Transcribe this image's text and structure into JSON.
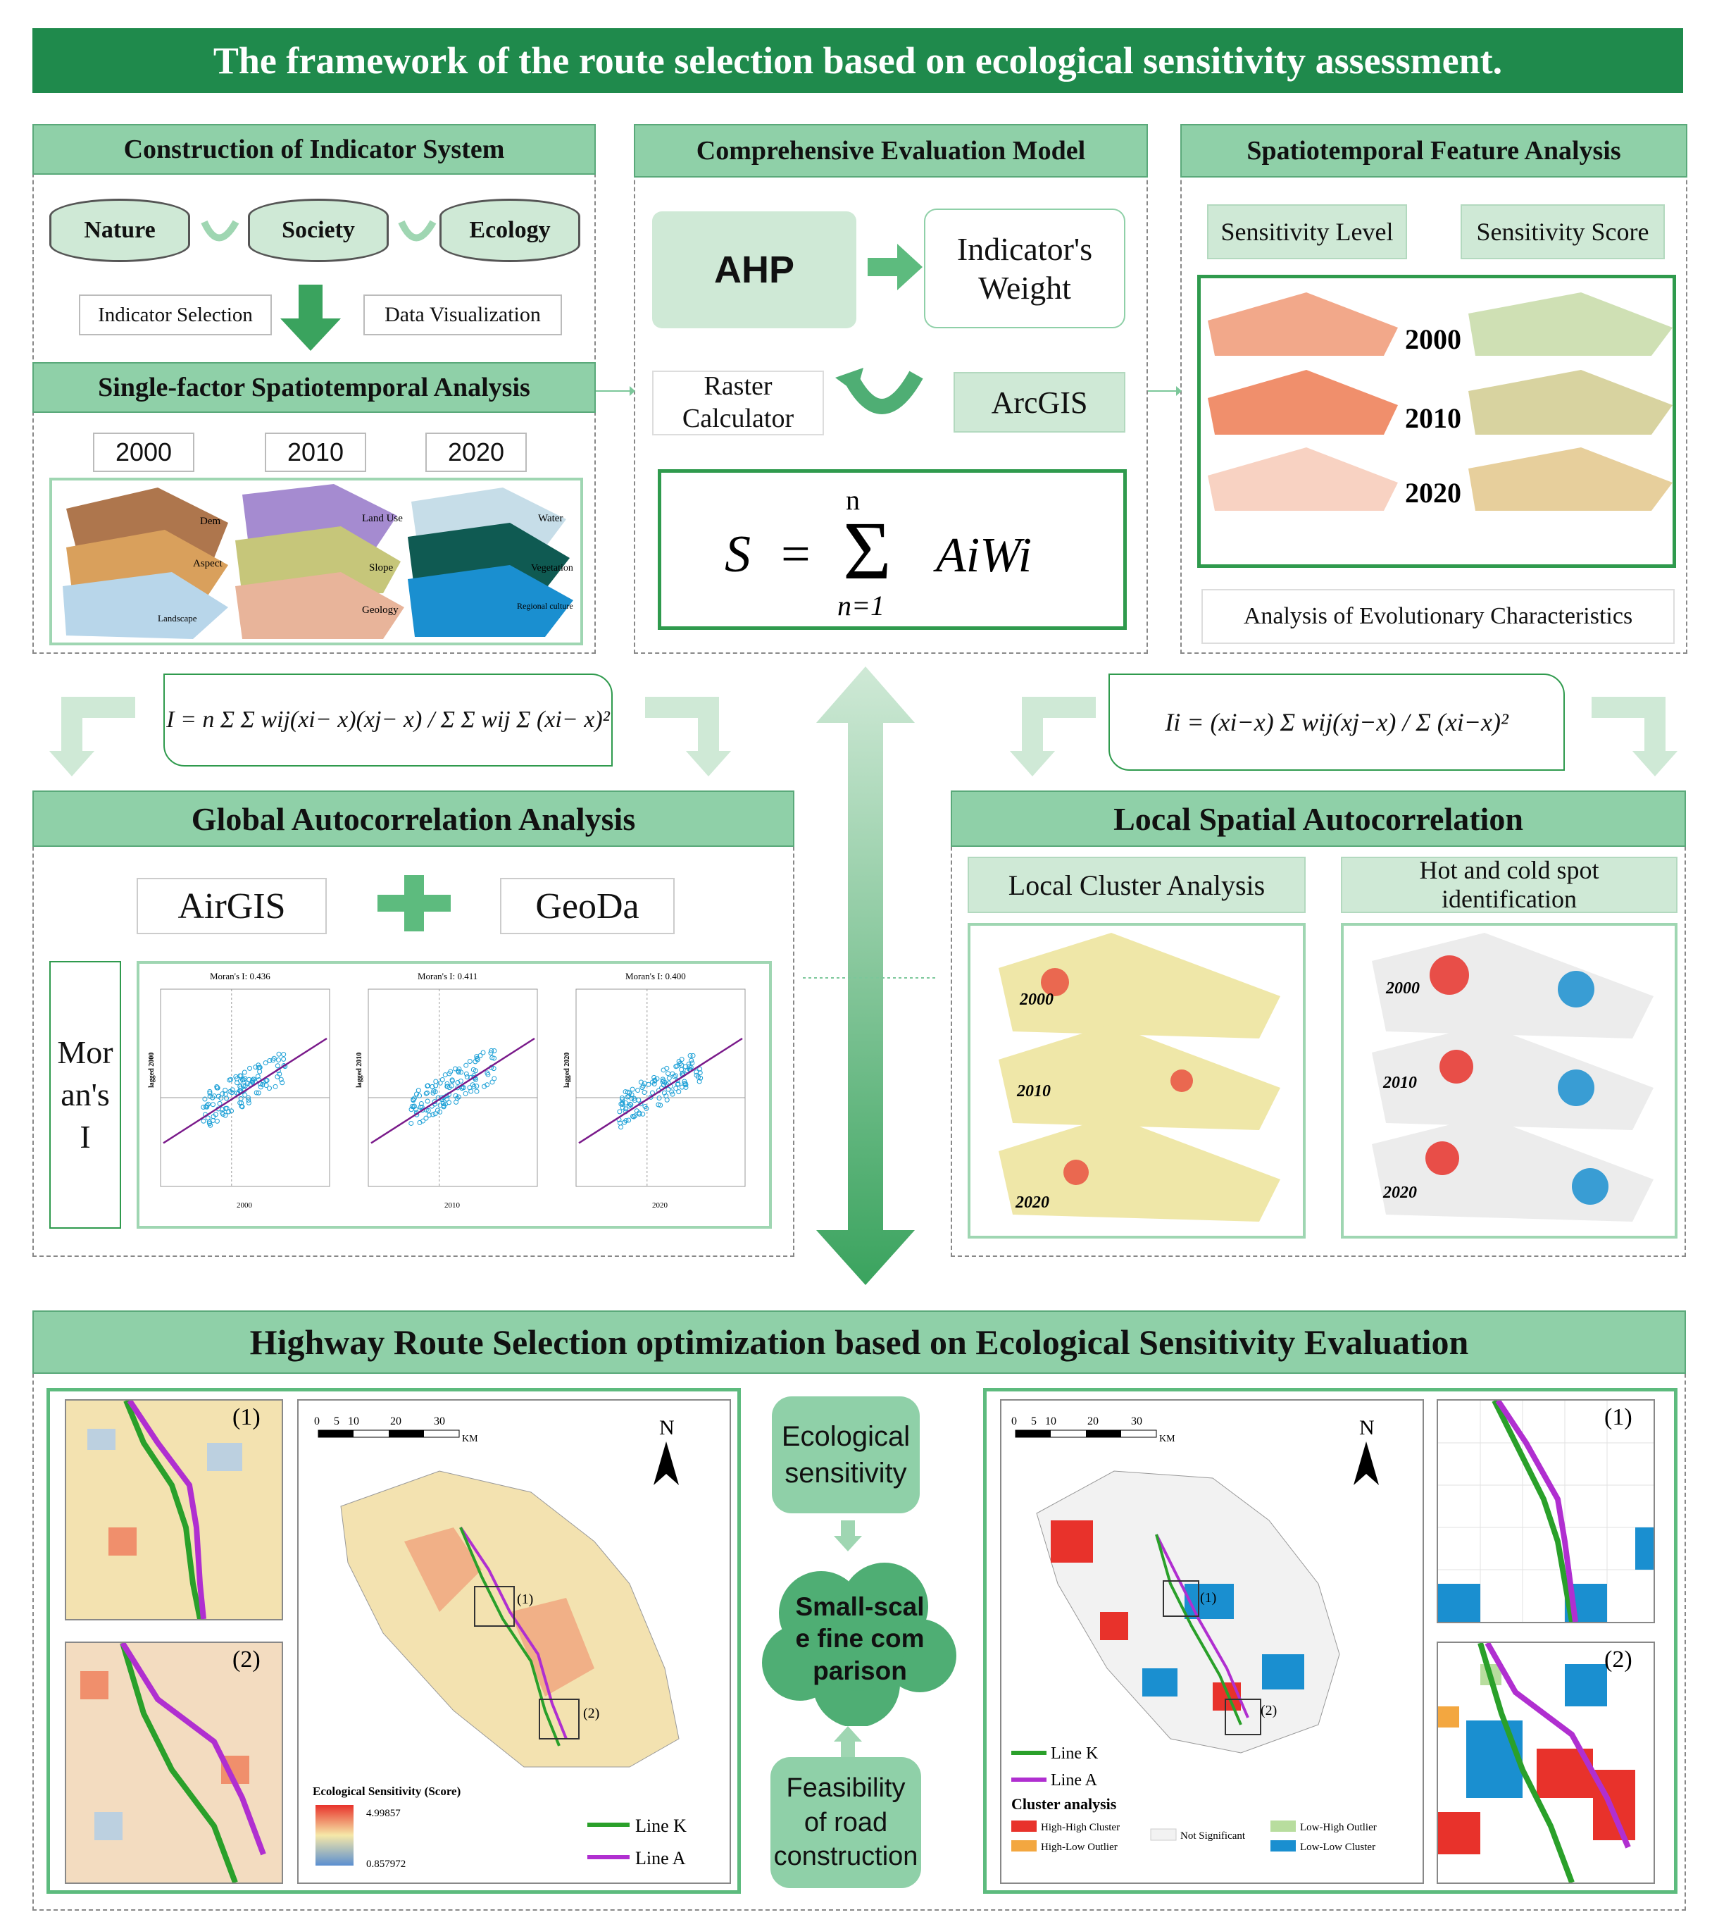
{
  "title": "The framework of the route selection based on ecological sensitivity assessment.",
  "indicator": {
    "header": "Construction of Indicator System",
    "cyl": [
      "Nature",
      "Society",
      "Ecology"
    ],
    "sel": "Indicator Selection",
    "vis": "Data Visualization",
    "single": "Single-factor Spatiotemporal Analysis",
    "years": [
      "2000",
      "2010",
      "2020"
    ],
    "layers": [
      "Dem",
      "Aspect",
      "Landscape",
      "Land Use",
      "Slope",
      "Geology",
      "Water",
      "Vegetation",
      "Regional culture"
    ]
  },
  "model": {
    "header": "Comprehensive Evaluation Model",
    "ahp": "AHP",
    "weight": "Indicator's Weight",
    "raster": "Raster Calculator",
    "arcgis": "ArcGIS",
    "formula_S": "S",
    "formula_n": "n",
    "formula_low": "n=1",
    "formula_term": "AiWi"
  },
  "spatio": {
    "header": "Spatiotemporal Feature Analysis",
    "level": "Sensitivity Level",
    "score": "Sensitivity Score",
    "years": [
      "2000",
      "2010",
      "2020"
    ],
    "evo": "Analysis of Evolutionary Characteristics"
  },
  "global": {
    "header": "Global Autocorrelation Analysis",
    "formula": "I = n Σ Σ wij(xi− x)(xj− x) / Σ Σ wij Σ (xi− x)²",
    "tool1": "AirGIS",
    "tool2": "GeoDa",
    "moran": "Moran's I",
    "plots": [
      {
        "title": "Moran's I: 0.436",
        "xl": "2000",
        "yl": "lagged 2000"
      },
      {
        "title": "Moran's I: 0.411",
        "xl": "2010",
        "yl": "lagged 2010"
      },
      {
        "title": "Moran's I: 0.400",
        "xl": "2020",
        "yl": "lagged 2020"
      }
    ]
  },
  "local": {
    "header": "Local Spatial Autocorrelation",
    "formula": "Ii = (xi−x) Σ wij(xj−x) / Σ (xi−x)²",
    "cluster": "Local Cluster Analysis",
    "hot": "Hot and cold spot identification",
    "years": [
      "2000",
      "2010",
      "2020"
    ]
  },
  "highway": {
    "header": "Highway Route Selection optimization based on Ecological Sensitivity Evaluation",
    "inset1": "(1)",
    "inset2": "(2)",
    "north": "N",
    "scale": [
      "0",
      "5",
      "10",
      "20",
      "30",
      "KM"
    ],
    "legend_title": "Ecological Sensitivity (Score)",
    "legend_max": "4.99857",
    "legend_min": "0.857972",
    "lineK": "Line K",
    "lineA": "Line A",
    "eco": "Ecological sensitivity",
    "small": "Small-scale fine comparison",
    "feas": "Feasibility of road construction",
    "cluster_title": "Cluster analysis",
    "classes": [
      "High-High Cluster",
      "High-Low Outlier",
      "Not Significant",
      "Low-High Outlier",
      "Low-Low Cluster"
    ]
  },
  "colors": {
    "dark_green": "#1f8a4c",
    "header_green": "#8fd0a8",
    "line_k": "#2aa02a",
    "line_a": "#b02fd0",
    "hh": "#e8322b",
    "ll": "#1a8fd0"
  }
}
